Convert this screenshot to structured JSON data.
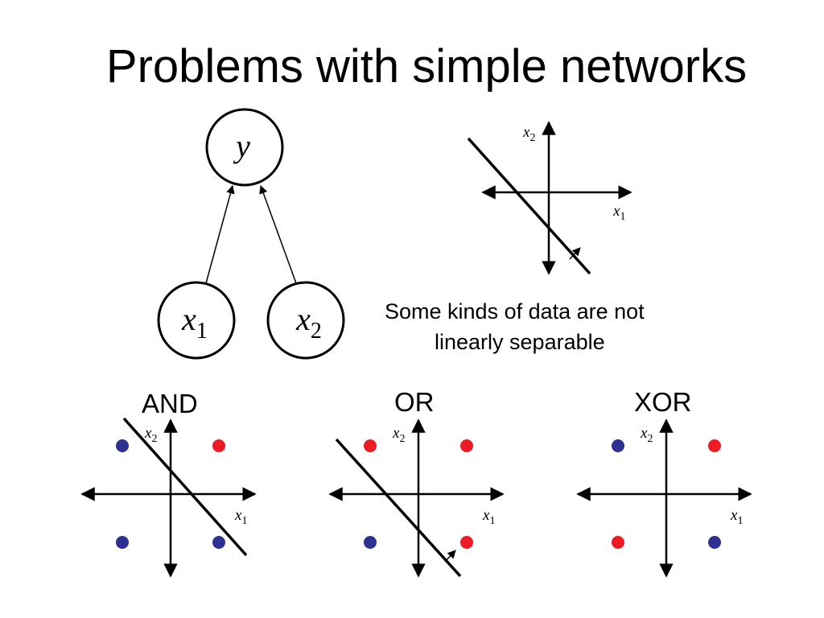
{
  "title": "Problems with simple networks",
  "network": {
    "output_node": "y",
    "input_nodes": [
      "x",
      "x"
    ],
    "input_subscripts": [
      "1",
      "2"
    ]
  },
  "axis_labels": {
    "x1": "x",
    "x1_sub": "1",
    "x2": "x",
    "x2_sub": "2"
  },
  "caption": {
    "line1": "Some kinds of data are not",
    "line2": "linearly separable"
  },
  "panels": [
    {
      "label": "AND",
      "points": [
        {
          "q": "top-left",
          "color": "#2e3192"
        },
        {
          "q": "top-right",
          "color": "#ed1c24"
        },
        {
          "q": "bottom-left",
          "color": "#2e3192"
        },
        {
          "q": "bottom-right",
          "color": "#2e3192"
        }
      ]
    },
    {
      "label": "OR",
      "points": [
        {
          "q": "top-left",
          "color": "#ed1c24"
        },
        {
          "q": "top-right",
          "color": "#ed1c24"
        },
        {
          "q": "bottom-left",
          "color": "#2e3192"
        },
        {
          "q": "bottom-right",
          "color": "#ed1c24"
        }
      ]
    },
    {
      "label": "XOR",
      "points": [
        {
          "q": "top-left",
          "color": "#2e3192"
        },
        {
          "q": "top-right",
          "color": "#ed1c24"
        },
        {
          "q": "bottom-left",
          "color": "#ed1c24"
        },
        {
          "q": "bottom-right",
          "color": "#2e3192"
        }
      ]
    }
  ]
}
